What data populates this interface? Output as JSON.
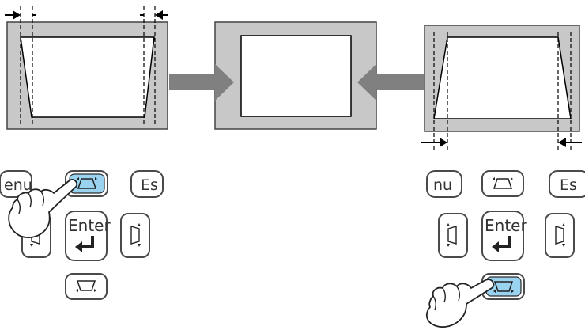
{
  "colors": {
    "panel_gray": "#c8c8c8",
    "arrow_gray": "#808080",
    "key_highlight": "#9ad3f0",
    "key_stroke": "#4a4a4a",
    "guide_line": "#000000",
    "screen_fill": "#ffffff"
  },
  "left_keypad": {
    "menu_key_label": "enu",
    "esc_key_label": "Es",
    "enter_key_label": "Enter",
    "keystone_top_icon": "keystone-top-narrow-icon",
    "keystone_bottom_icon": "keystone-bottom-narrow-icon",
    "keystone_left_icon": "keystone-left-icon",
    "keystone_right_icon": "keystone-right-icon",
    "highlighted_key": "keystone-top"
  },
  "right_keypad": {
    "menu_key_label": "nu",
    "esc_key_label": "Es",
    "enter_key_label": "Enter",
    "keystone_top_icon": "keystone-top-narrow-icon",
    "keystone_bottom_icon": "keystone-bottom-narrow-icon",
    "keystone_left_icon": "keystone-left-icon",
    "keystone_right_icon": "keystone-right-icon",
    "highlighted_key": "keystone-bottom"
  },
  "icons": {
    "hand_pointer": "hand-pointer-icon",
    "flow_arrow": "arrow-icon",
    "enter_return": "enter-return-icon"
  }
}
